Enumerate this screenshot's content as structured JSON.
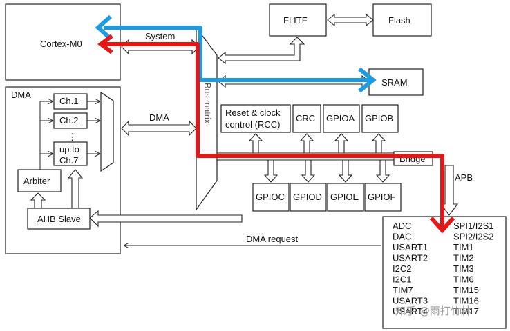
{
  "blocks": {
    "cortex": "Cortex-M0",
    "dma_title": "DMA",
    "ch1": "Ch.1",
    "ch2": "Ch.2",
    "ch_dots": "⋮",
    "upto_line1": "up to",
    "upto_line2": "Ch.7",
    "arbiter": "Arbiter",
    "ahb_slave": "AHB Slave",
    "flitf": "FLITF",
    "flash": "Flash",
    "sram": "SRAM",
    "rcc_line1": "Reset & clock",
    "rcc_line2": "control (RCC)",
    "crc": "CRC",
    "gpioa": "GPIOA",
    "gpiob": "GPIOB",
    "gpioc": "GPIOC",
    "gpiod": "GPIOD",
    "gpioe": "GPIOE",
    "gpiof": "GPIOF",
    "bridge": "Bridge",
    "bus_matrix": "Bus matrix"
  },
  "bus_labels": {
    "system": "System",
    "dma": "DMA",
    "apb": "APB",
    "dma_request": "DMA request"
  },
  "apb_peripherals": {
    "left": [
      "ADC",
      "DAC",
      "USART1",
      "USART2",
      "I2C2",
      "I2C1",
      "TIM7",
      "USART3",
      "USART4"
    ],
    "right": [
      "SPI1/I2S1",
      "SPI2/I2S2",
      "TIM1",
      "TIM2",
      "TIM3",
      "TIM6",
      "TIM15",
      "TIM16",
      "TIM17"
    ]
  },
  "watermark": "知乎 @雨打竹林",
  "colors": {
    "blue_path": "#1e9be0",
    "red_path": "#e01818"
  }
}
